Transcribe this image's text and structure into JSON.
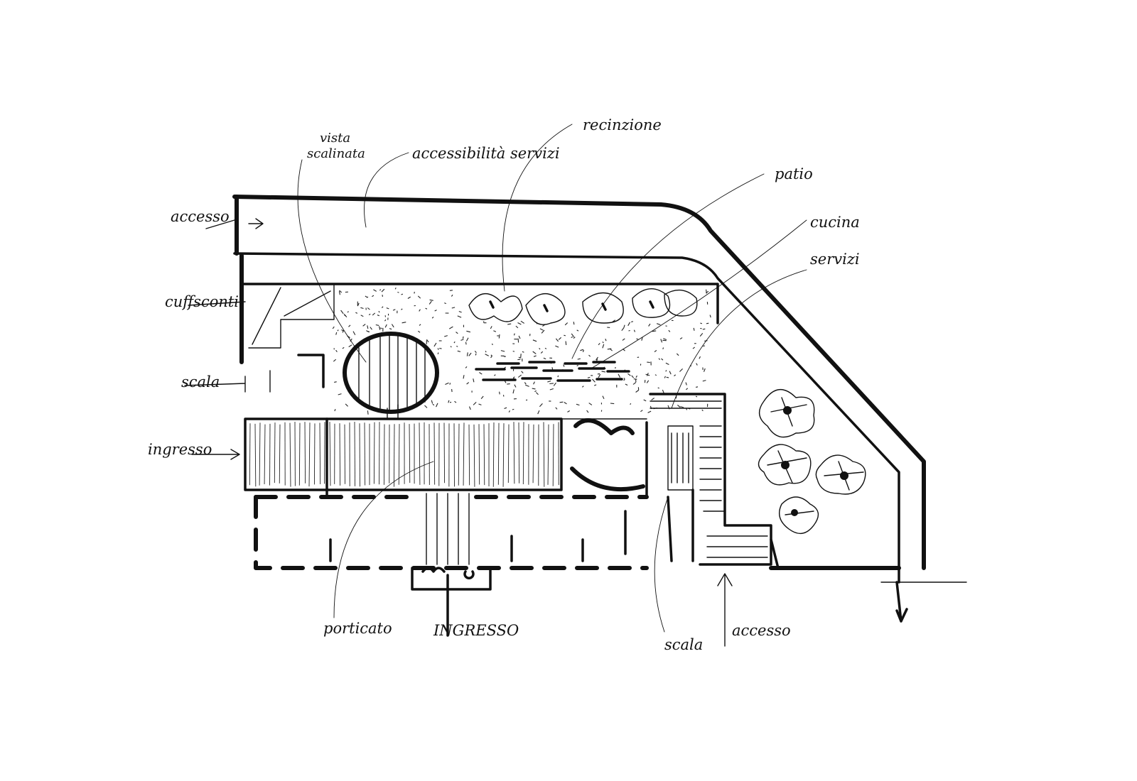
{
  "labels": {
    "sopra_left": "accesso",
    "comparti": "cuffsconti",
    "scala_left": "scala",
    "ingresso_left": "ingresso",
    "top_small_1": "vista",
    "top_small_2": "scalinata",
    "top_center": "accessibilità servizi",
    "top_right": "recinzione",
    "patio": "patio",
    "right_1": "cucina",
    "right_2": "servizi",
    "porticato": "porticato",
    "ingresso_main": "INGRESSO",
    "scala_bottom": "scala",
    "accesso_bottom": "accesso"
  }
}
